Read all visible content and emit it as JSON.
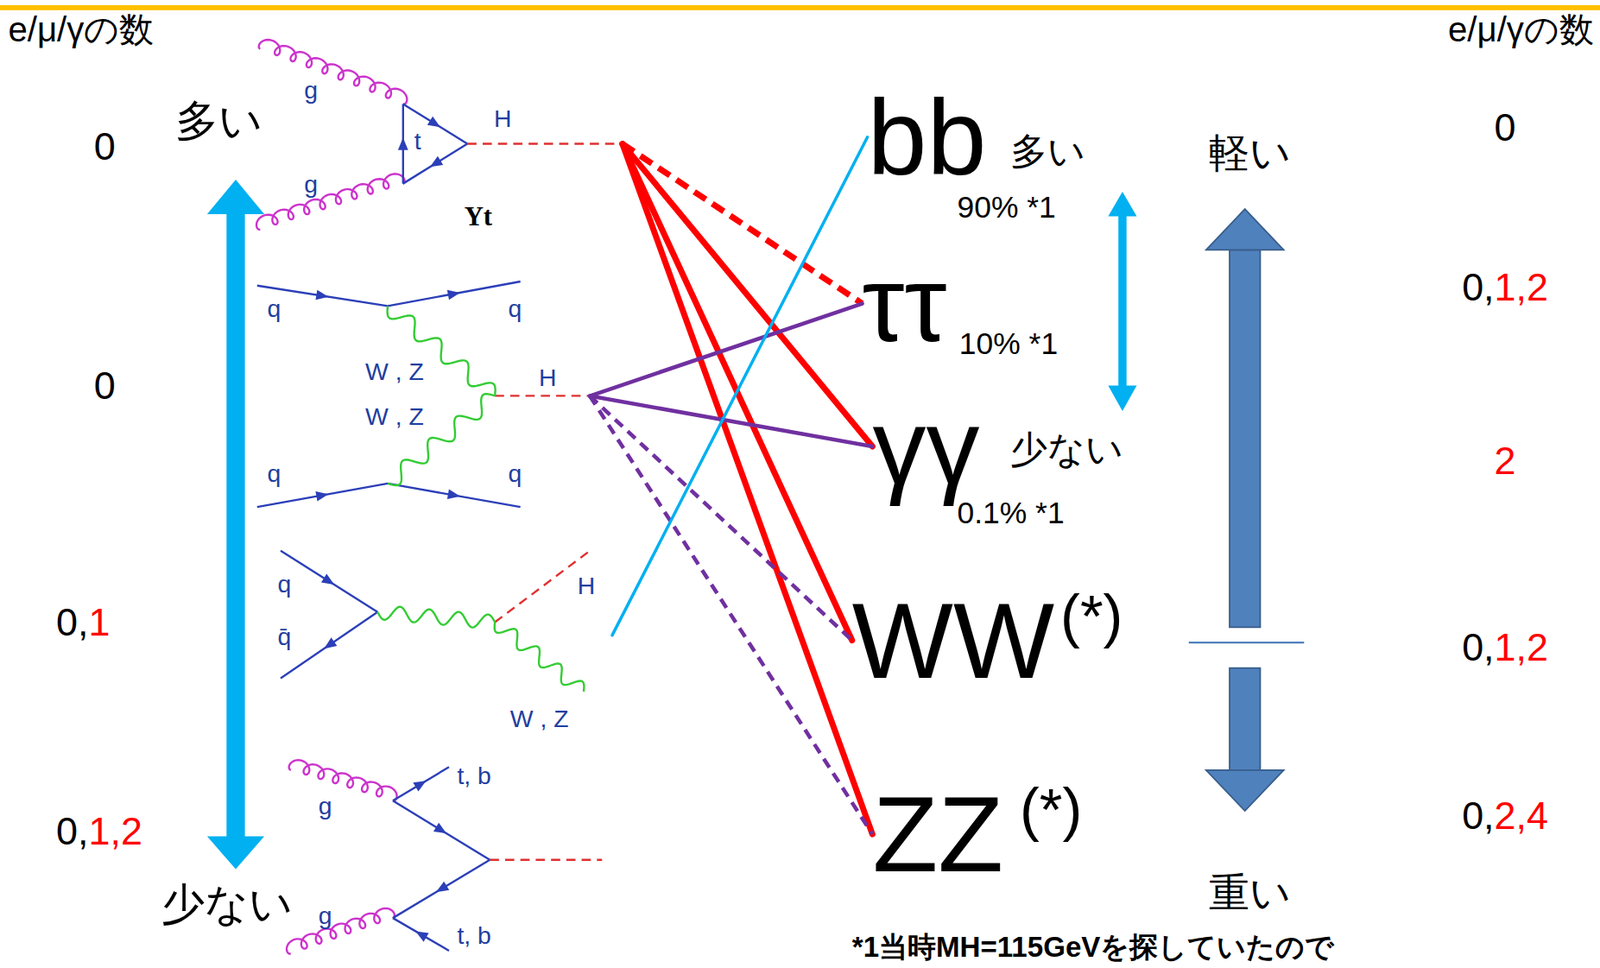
{
  "diagram": {
    "nodes": [
      {
        "text": [
          "g",
          "t",
          "H",
          "g",
          "Yt"
        ]
      },
      {
        "text": [
          "q",
          "q",
          "W , Z",
          "W , Z",
          "H",
          "q",
          "q"
        ]
      },
      {
        "text": [
          "q",
          "q̄",
          "H",
          "W , Z"
        ]
      },
      {
        "text": [
          "g",
          "t, b",
          "g",
          "t, b"
        ]
      },
      {
        "text": [
          "bb"
        ]
      },
      {
        "text": [
          "ττ"
        ]
      },
      {
        "text": [
          "γγ"
        ]
      },
      {
        "text": [
          "WW",
          "(*)"
        ]
      },
      {
        "text": [
          "ZZ",
          "(*)"
        ]
      }
    ],
    "edges": [
      {
        "from": 0,
        "to": 5,
        "arrow": "none"
      },
      {
        "from": 0,
        "to": 6,
        "arrow": "none"
      },
      {
        "from": 0,
        "to": 7,
        "arrow": "none"
      },
      {
        "from": 0,
        "to": 8,
        "arrow": "none"
      },
      {
        "from": 1,
        "to": 5,
        "arrow": "none"
      },
      {
        "from": 1,
        "to": 6,
        "arrow": "none"
      },
      {
        "from": 1,
        "to": 7,
        "arrow": "none"
      },
      {
        "from": 1,
        "to": 8,
        "arrow": "none"
      },
      {
        "from": 2,
        "to": 4,
        "arrow": "none"
      }
    ],
    "labels": [
      "e/μ/γの数",
      "e/μ/γの数",
      "多い",
      "0",
      "0",
      "0,1",
      "0,1,2",
      "少ない",
      "多い",
      "90% *1",
      "10% *1",
      "少ない",
      "0.1% *1",
      "軽い",
      "重い",
      "0",
      "0,1,2",
      "2",
      "0,1,2",
      "0,2,4",
      "*1当時MH=115GeVを探していたので"
    ]
  }
}
